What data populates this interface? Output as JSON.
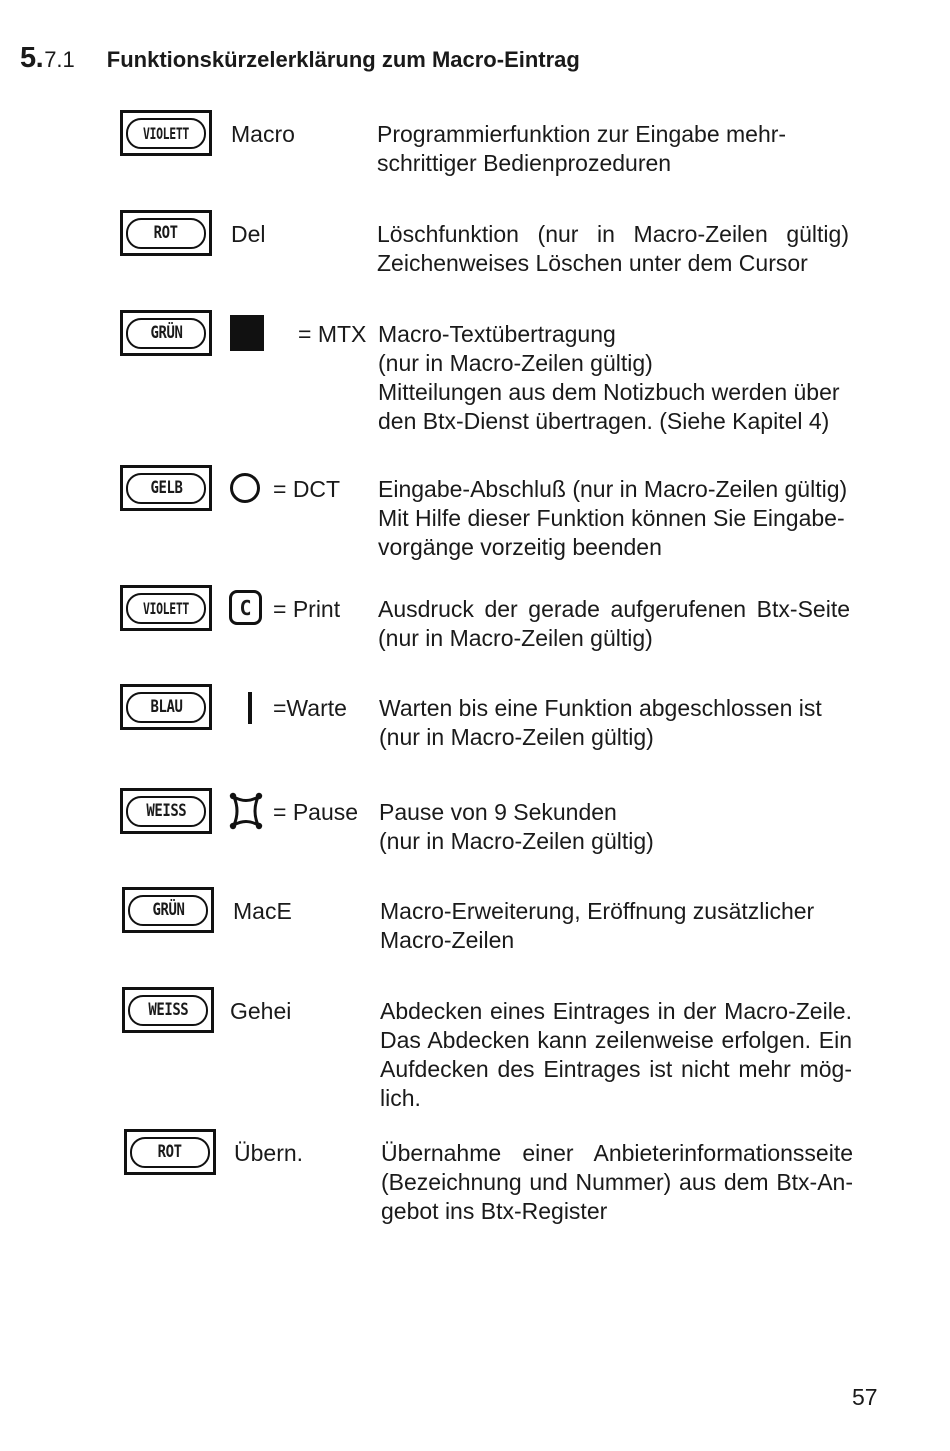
{
  "heading": {
    "section_major": "5.",
    "section_minor": "7.1",
    "title": "Funktionskürzelerklärung zum Macro-Eintrag"
  },
  "entries": [
    {
      "key": "VIOLETT",
      "symbol": "",
      "function": "Macro",
      "lines": [
        "Programmierfunktion zur Eingabe mehr-",
        "schrittiger Bedienprozeduren"
      ]
    },
    {
      "key": "ROT",
      "symbol": "",
      "function": "Del",
      "lines": [
        "Löschfunktion (nur in Macro-Zeilen gültig)",
        "Zeichenweises Löschen unter dem Cursor"
      ]
    },
    {
      "key": "GRÜN",
      "symbol": "black-square",
      "function": "= MTX",
      "lines": [
        "Macro-Textübertragung",
        "(nur in Macro-Zeilen gültig)",
        "Mitteilungen aus dem Notizbuch werden über",
        "den Btx-Dienst übertragen. (Siehe Kapitel 4)"
      ]
    },
    {
      "key": "GELB",
      "symbol": "circle",
      "function": "= DCT",
      "lines": [
        "Eingabe-Abschluß (nur in Macro-Zeilen gültig)",
        "Mit Hilfe dieser Funktion können Sie Eingabe-",
        "vorgänge vorzeitig beenden"
      ]
    },
    {
      "key": "VIOLETT",
      "symbol": "c-key",
      "symbol_text": "C",
      "function": "= Print",
      "lines": [
        "Ausdruck der gerade aufgerufenen Btx-Seite",
        "(nur in Macro-Zeilen gültig)"
      ]
    },
    {
      "key": "BLAU",
      "symbol": "vertical-bar",
      "function": "=Warte",
      "lines": [
        "Warten bis eine Funktion abgeschlossen ist",
        "(nur in Macro-Zeilen gültig)"
      ]
    },
    {
      "key": "WEISS",
      "symbol": "pause-glyph",
      "function": "= Pause",
      "lines": [
        "Pause von 9 Sekunden",
        "(nur in Macro-Zeilen gültig)"
      ]
    },
    {
      "key": "GRÜN",
      "symbol": "",
      "function": "MacE",
      "lines": [
        "Macro-Erweiterung, Eröffnung zusätzlicher",
        "Macro-Zeilen"
      ]
    },
    {
      "key": "WEISS",
      "symbol": "",
      "function": "Gehei",
      "lines": [
        "Abdecken eines Eintrages in der Macro-Zeile.",
        "Das Abdecken kann zeilenweise erfolgen. Ein",
        "Aufdecken des Eintrages ist nicht mehr mög-",
        "lich."
      ]
    },
    {
      "key": "ROT",
      "symbol": "",
      "function": "Übern.",
      "lines": [
        "Übernahme einer Anbieterinformationsseite",
        "(Bezeichnung und Nummer) aus dem Btx-An-",
        "gebot ins Btx-Register"
      ]
    }
  ],
  "page_number": "57"
}
